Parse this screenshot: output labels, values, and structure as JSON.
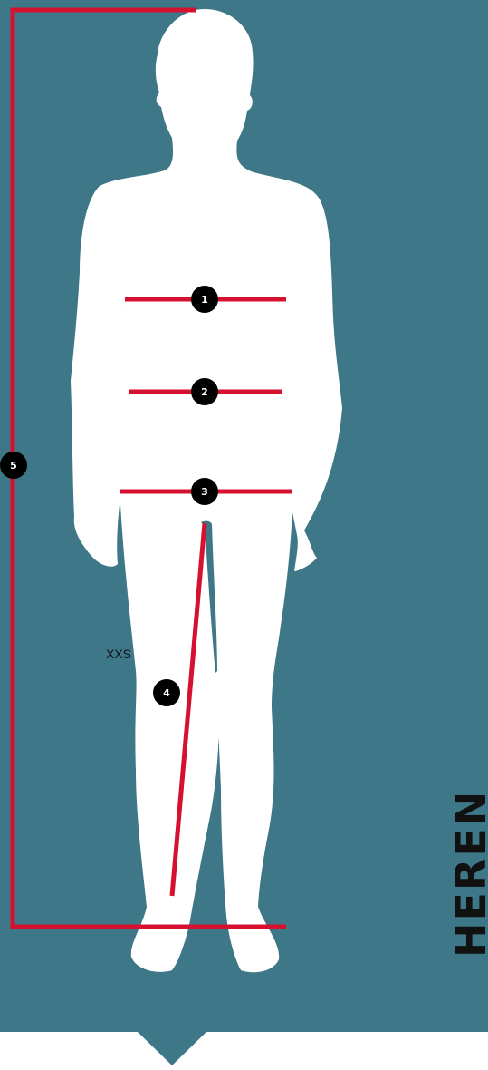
{
  "title": "HEREN",
  "size_label": "XXS",
  "colors": {
    "background": "#3d7788",
    "silhouette": "#ffffff",
    "measure_line": "#d6102f",
    "badge": "#000000",
    "title": "#111111"
  },
  "measurements": [
    {
      "number": "1"
    },
    {
      "number": "2"
    },
    {
      "number": "3"
    },
    {
      "number": "4"
    },
    {
      "number": "5"
    }
  ],
  "icons": {
    "figure": "human-body-silhouette-icon",
    "pointer": "down-arrow-pointer-icon"
  }
}
